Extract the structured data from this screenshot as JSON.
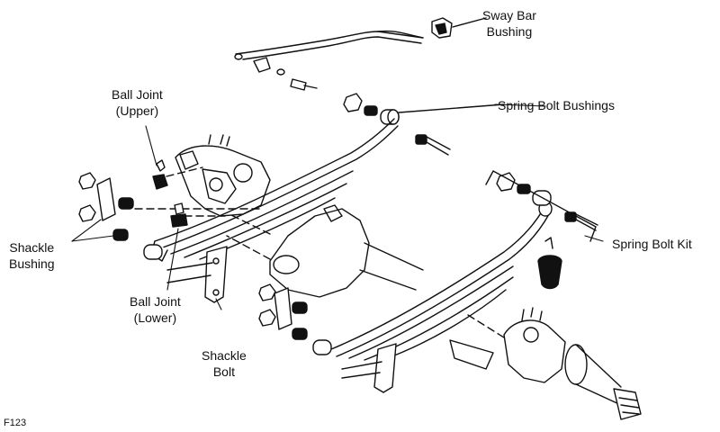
{
  "labels": {
    "sway_bar_bushing": [
      "Sway Bar",
      "Bushing"
    ],
    "spring_bolt_bushings": "Spring Bolt Bushings",
    "ball_joint_upper": [
      "Ball Joint",
      "(Upper)"
    ],
    "shackle_bushing": [
      "Shackle",
      "Bushing"
    ],
    "ball_joint_lower": [
      "Ball Joint",
      "(Lower)"
    ],
    "shackle_bolt": [
      "Shackle",
      "Bolt"
    ],
    "spring_bolt_kit": "Spring Bolt Kit"
  },
  "figure_id": "F123",
  "colors": {
    "line": "#111111",
    "background": "#ffffff"
  }
}
